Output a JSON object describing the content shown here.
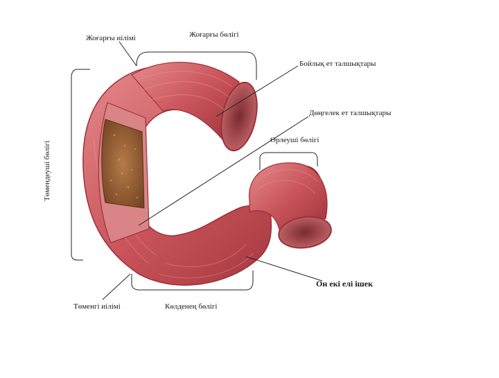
{
  "labels": {
    "upper_flexure": "Жоғарғы иілімі",
    "upper_part": "Жоғарғы бөлігі",
    "longitudinal_fibers": "Бойлық ет талшықтары",
    "circular_fibers": "Дөңгелек ет талшықтары",
    "ascending_part": "Өрлеуші бөлігі",
    "descending_part": "Төмендеуші бөлігі",
    "duodenum": "Он екі елі ішек",
    "lower_flexure": "Төменгі иілімі",
    "horizontal_part": "Көлденең бөлігі"
  },
  "colors": {
    "muscle": "#c9545a",
    "muscle_dark": "#9c3038",
    "muscle_light": "#e58a8c",
    "mucosa": "#a56a3c",
    "mucosa_dark": "#6e4020",
    "line": "#222222"
  }
}
